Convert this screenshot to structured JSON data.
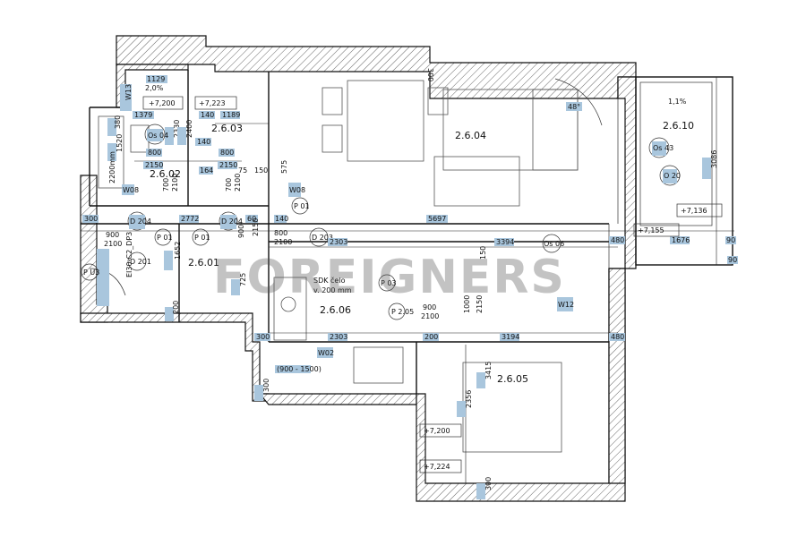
{
  "watermark": "FOREIGNERS",
  "rooms": {
    "r_2_6_01": "2.6.01",
    "r_2_6_02": "2.6.02",
    "r_2_6_03": "2.6.03",
    "r_2_6_04": "2.6.04",
    "r_2_6_05": "2.6.05",
    "r_2_6_06": "2.6.06",
    "r_2_6_10": "2.6.10"
  },
  "levels": {
    "l1": "+7,200",
    "l2": "+7,223",
    "l3": "+7,136",
    "l4": "+7,155",
    "l5": "+7,200",
    "l6": "+7,224"
  },
  "slopes": {
    "s1": "2,0%",
    "s2": "1,1%"
  },
  "dims": {
    "d1129": "1129",
    "d1379": "1379",
    "d140a": "140",
    "d1189": "1189",
    "d380": "380",
    "d2330": "2330",
    "d2400": "2400",
    "d140b": "140",
    "d800a": "800",
    "d1520": "1520",
    "d2150a": "2150",
    "d800b": "800",
    "d164": "164",
    "d2150b": "2150",
    "d75": "75",
    "d150": "150",
    "d575": "575",
    "d700a": "700",
    "d2100a": "2100",
    "d700b": "700",
    "d2100b": "2100",
    "d300a": "300",
    "d2772": "2772",
    "d60": "60",
    "d800c": "800",
    "d2100c": "2100",
    "d140c": "140",
    "d5697": "5697",
    "d900a": "900",
    "d2100d": "2100",
    "d2303a": "2303",
    "d3394": "3394",
    "d480a": "480",
    "d1676": "1676",
    "d1652": "1652",
    "d725": "725",
    "d900b": "900",
    "d2150c": "2150",
    "d200a": "200",
    "d300b": "300",
    "d2303b": "2303",
    "d200b": "200",
    "d3194": "3194",
    "d480b": "480",
    "d900c": "900",
    "d2100e": "2100",
    "d1000": "1000",
    "d2150d": "2150",
    "d3415": "3415",
    "d2356": "2356",
    "d300c": "300",
    "d300d": "300",
    "d3086": "3086",
    "d150b": "150",
    "d2100f": "2100",
    "d90": "90",
    "d90b": "90",
    "d300top": "300"
  },
  "tags": {
    "w13": "W13",
    "w08": "W08",
    "w12": "W12",
    "w02": "W02",
    "ei": "EI30-C2_DP3",
    "os04": "Os 04",
    "os06": "Os 06",
    "os43": "Os 43",
    "o20": "O 20",
    "d204a": "D 204",
    "d204b": "D 204",
    "d203": "D 203",
    "d201": "D 201",
    "p01a": "P 01",
    "p01b": "P 01",
    "p01c": "P 01",
    "p03": "P 03",
    "u03": "P U3",
    "p05": "P 2.05",
    "angle": "48°",
    "sdk1": "SDK čelo",
    "sdk2": "v. 200 mm",
    "range": "(900 - 1500)",
    "small": "2200mm"
  }
}
